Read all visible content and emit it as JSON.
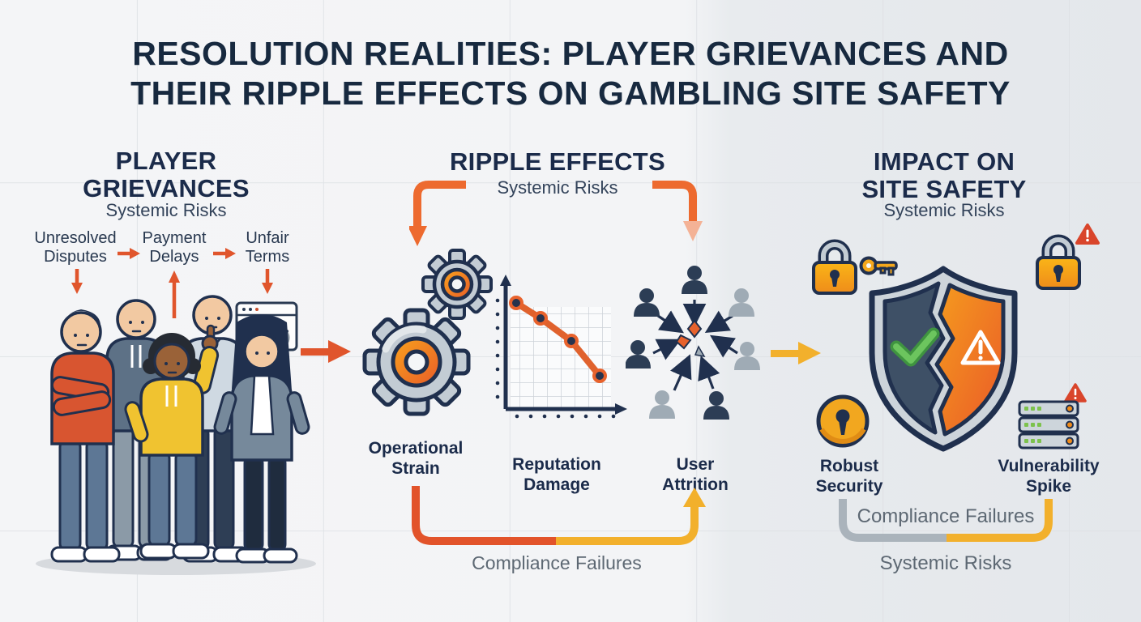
{
  "title": {
    "line1": "RESOLUTION REALITIES: PLAYER GRIEVANCES AND",
    "line2": "THEIR RIPPLE EFFECTS ON GAMBLING SITE SAFETY"
  },
  "colors": {
    "navy": "#1D2C4E",
    "orange_accent": "#E0552C",
    "yellow_accent": "#F2B02C",
    "alert_red": "#D9452B",
    "check_green": "#6CC55E",
    "gray_text": "#5D6873",
    "background_left": "#F3F4F6",
    "background_right": "#E4E7EB"
  },
  "sections": {
    "player_grievances": {
      "heading_line1": "PLAYER",
      "heading_line2": "GRIEVANCES",
      "subtitle": "Systemic Risks",
      "chain": [
        {
          "line1": "Unresolved",
          "line2": "Disputes"
        },
        {
          "line1": "Payment",
          "line2": "Delays"
        },
        {
          "line1": "Unfair",
          "line2": "Terms"
        }
      ]
    },
    "ripple_effects": {
      "heading": "RIPPLE EFFECTS",
      "subtitle": "Systemic Risks",
      "labels": [
        {
          "line1": "Operational",
          "line2": "Strain"
        },
        {
          "line1": "Reputation",
          "line2": "Damage"
        },
        {
          "line1": "User",
          "line2": "Attrition"
        }
      ],
      "bottom_label": "Compliance Failures"
    },
    "impact_site_safety": {
      "heading_line1": "IMPACT ON",
      "heading_line2": "SITE SAFETY",
      "subtitle": "Systemic Risks",
      "labels": [
        {
          "line1": "Robust",
          "line2": "Security"
        },
        {
          "line1": "Vulnerability",
          "line2": "Spike"
        }
      ],
      "bracket_label": "Compliance Failures",
      "bottom_label": "Systemic Risks"
    }
  },
  "icons": {
    "players_group": "five-frustrated-players-illustration",
    "browser_check": "browser-window-with-checkmark",
    "gears": "operational-strain-gears",
    "declining_chart": "reputation-damage-declining-line-chart",
    "user_attrition": "users-scattering-from-center",
    "padlock_key": "padlock-with-key",
    "padlock_alert": "padlock-with-warning-triangle",
    "broken_shield": "cracked-shield-check-vs-warning",
    "keyhole_badge": "robust-security-keyhole-badge",
    "server_alert": "server-stack-with-warning"
  }
}
